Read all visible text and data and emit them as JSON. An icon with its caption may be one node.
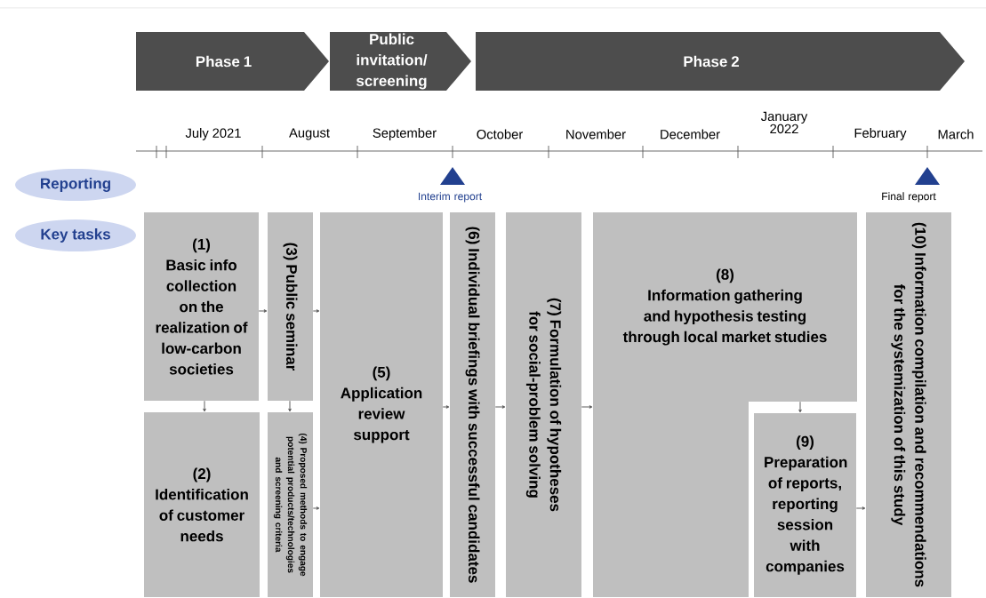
{
  "diagram": {
    "nodes": [
      {
        "text": [
          "Phase 1"
        ]
      },
      {
        "text": [
          "Public invitation/ screening"
        ]
      },
      {
        "text": [
          "Phase 2"
        ]
      },
      {
        "text": [
          "Reporting"
        ]
      },
      {
        "text": [
          "Key tasks"
        ]
      },
      {
        "text": [
          "(1)",
          "Basic info collection on the realization of low-carbon societies"
        ]
      },
      {
        "text": [
          "(2)",
          "Identification of customer needs"
        ]
      },
      {
        "text": [
          "(3) Public seminar"
        ]
      },
      {
        "text": [
          "(4) Proposed methods to engage potential products/technologies and screening criteria"
        ]
      },
      {
        "text": [
          "(5)",
          "Application review support"
        ]
      },
      {
        "text": [
          "(6) Individual briefings with successful candidates"
        ]
      },
      {
        "text": [
          "(7) Formulation of hypotheses for social-problem solving"
        ]
      },
      {
        "text": [
          "(8)",
          "Information gathering and hypothesis testing through local market studies"
        ]
      },
      {
        "text": [
          "(9)",
          "Preparation of reports, reporting session with companies"
        ]
      },
      {
        "text": [
          "(10) Information compilation and recommendations for the systemization of this study"
        ]
      }
    ],
    "edges": [
      {
        "from": 5,
        "to": 7,
        "arrow": "to"
      },
      {
        "from": 7,
        "to": 9,
        "arrow": "to"
      },
      {
        "from": 5,
        "to": 6,
        "arrow": "to"
      },
      {
        "from": 7,
        "to": 8,
        "arrow": "to"
      },
      {
        "from": 8,
        "to": 9,
        "arrow": "to"
      },
      {
        "from": 9,
        "to": 10,
        "arrow": "to"
      },
      {
        "from": 10,
        "to": 11,
        "arrow": "to"
      },
      {
        "from": 11,
        "to": 12,
        "arrow": "to"
      },
      {
        "from": 12,
        "to": 13,
        "arrow": "to"
      },
      {
        "from": 13,
        "to": 14,
        "arrow": "to"
      }
    ],
    "labels": [
      "July 2021",
      "August",
      "September",
      "October",
      "November",
      "December",
      "January 2022",
      "February",
      "March",
      "Interim report",
      "Final report"
    ]
  }
}
